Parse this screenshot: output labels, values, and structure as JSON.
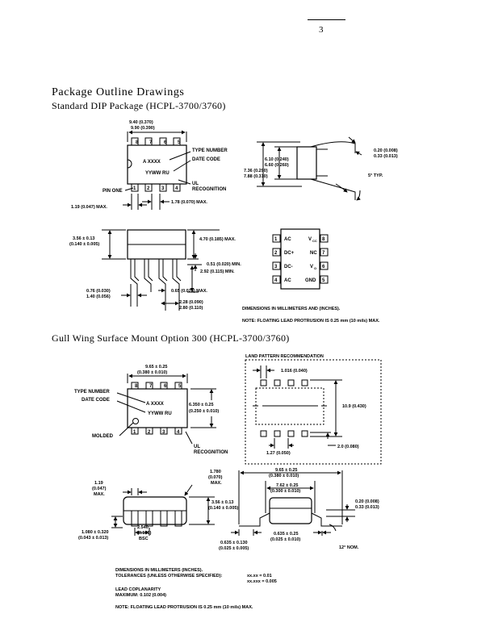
{
  "page_number": "3",
  "heading": "Package Outline Drawings",
  "dip": {
    "title": "Standard DIP Package (HCPL-3700/3760)",
    "top_width": "9.40 (0.370)",
    "top_width2": "9.90 (0.390)",
    "pins_top": [
      "8",
      "7",
      "6",
      "5"
    ],
    "pins_bottom": [
      "1",
      "2",
      "3",
      "4"
    ],
    "marking1": "A XXXX",
    "marking2": "YYWW RU",
    "type_number": "TYPE NUMBER",
    "date_code": "DATE CODE",
    "ul": "UL",
    "recognition": "RECOGNITION",
    "pin_one": "PIN ONE",
    "max_pin_width": "1.19 (0.047) MAX.",
    "pitch_max": "1.78 (0.070) MAX.",
    "side_dim1": "6.10 (0.240)",
    "side_dim2": "6.60 (0.260)",
    "side_dim3": "7.36 (0.290)",
    "side_dim4": "7.88 (0.310)",
    "lead_t1": "0.20 (0.008)",
    "lead_t2": "0.33 (0.013)",
    "angle": "5° TYP.",
    "h1": "3.56 ± 0.13",
    "h2": "(0.140 ± 0.005)",
    "height_max": "4.70 (0.185) MAX.",
    "standoff_min": "0.51 (0.020) MIN.",
    "lead_min": "2.92 (0.115) MIN.",
    "lead_w1": "0.76 (0.030)",
    "lead_w2": "1.40 (0.056)",
    "lead_max": "0.65 (0.025) MAX.",
    "pitch1": "2.28 (0.090)",
    "pitch2": "2.80 (0.110)",
    "pinout_left": [
      [
        "1",
        "AC"
      ],
      [
        "2",
        "DC+"
      ],
      [
        "3",
        "DC-"
      ],
      [
        "4",
        "AC"
      ]
    ],
    "pinout_right": [
      [
        "8",
        "V",
        "CC"
      ],
      [
        "7",
        "NC",
        ""
      ],
      [
        "6",
        "V",
        "O"
      ],
      [
        "5",
        "GND",
        ""
      ]
    ],
    "dims_note": "DIMENSIONS IN MILLIMETERS AND (INCHES).",
    "flash_note": "NOTE: FLOATING LEAD PROTRUSION IS 0.25 mm (10 mils) MAX."
  },
  "gull": {
    "title": "Gull Wing Surface Mount Option 300 (HCPL-3700/3760)",
    "land_pattern": "LAND PATTERN RECOMMENDATION",
    "top_w1": "9.65 ± 0.25",
    "top_w2": "(0.380 ± 0.010)",
    "type_number": "TYPE NUMBER",
    "date_code": "DATE CODE",
    "marking1": "A XXXX",
    "marking2": "YYWW RU",
    "body_w1": "6.350 ± 0.25",
    "body_w2": "(0.250 ± 0.010)",
    "molded": "MOLDED",
    "ul": "UL",
    "recognition": "RECOGNITION",
    "pins_top": [
      "8",
      "7",
      "6",
      "5"
    ],
    "pins_bottom": [
      "1",
      "2",
      "3",
      "4"
    ],
    "land_pad": "1.016 (0.040)",
    "land_span": "10.9 (0.430)",
    "land_pitch": "1.27 (0.050)",
    "land_len": "2.0 (0.080)",
    "lead_w1": "1.19",
    "lead_w2": "(0.047)",
    "lead_w3": "MAX.",
    "pitch_max1": "1.780",
    "pitch_max2": "(0.070)",
    "pitch_max3": "MAX.",
    "h1": "3.56 ± 0.13",
    "h2": "(0.140 ± 0.005)",
    "foot1": "1.080 ± 0.320",
    "foot2": "(0.043 ± 0.013)",
    "bsc1": "2.540",
    "bsc2": "(0.100)",
    "bsc3": "BSC",
    "side_w1": "9.65 ± 0.25",
    "side_w2": "(0.380 ± 0.010)",
    "side_b1": "7.62 ± 0.25",
    "side_b2": "(0.300 ± 0.010)",
    "thk1": "0.20 (0.008)",
    "thk2": "0.33 (0.013)",
    "so1": "0.635 ± 0.130",
    "so2": "(0.025 ± 0.005)",
    "ft1": "0.635 ± 0.25",
    "ft2": "(0.025 ± 0.010)",
    "angle": "12° NOM.",
    "note1": "DIMENSIONS IN MILLIMETERS (INCHES).",
    "note2": "TOLERANCES (UNLESS OTHERWISE SPECIFIED):",
    "tol1": "xx.xx = 0.01",
    "tol2": "xx.xxx = 0.005",
    "coplan1": "LEAD COPLANARITY",
    "coplan2": "MAXIMUM: 0.102 (0.004)",
    "flash_note": "NOTE: FLOATING LEAD PROTRUSION IS 0.25 mm (10 mils) MAX."
  }
}
